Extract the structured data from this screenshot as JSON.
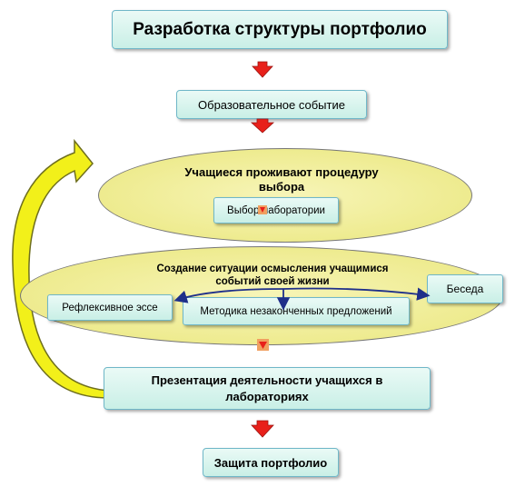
{
  "diagram": {
    "title": "Разработка структуры портфолио",
    "educational_event": "Образовательное событие",
    "choice_procedure": "Учащиеся проживают процедуру выбора",
    "lab_choice": "Выбор лаборатории",
    "reflection_situation": "Создание ситуации осмысления учащимися событий своей жизни",
    "reflective_essay": "Рефлексивное эссе",
    "unfinished_sentences": "Методика незаконченных предложений",
    "conversation": "Беседа",
    "presentation": "Презентация деятельности учащихся в лабораториях",
    "defense": "Защита портфолио"
  },
  "colors": {
    "box_fill": "#d6f3ec",
    "box_border": "#6fb7c8",
    "ellipse_fill": "#eeeb8f",
    "arrow_red": "#e8201a",
    "loop_arrow": "#f2f01a",
    "connector": "#1f2f8a"
  }
}
